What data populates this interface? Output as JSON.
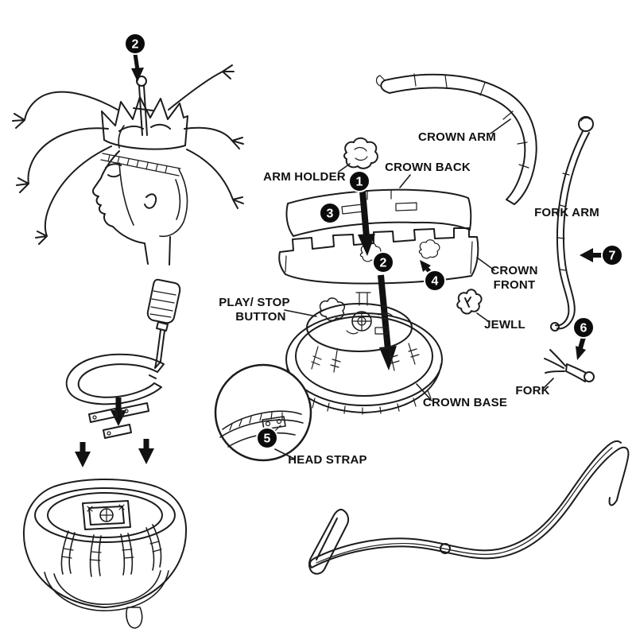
{
  "diagram": {
    "labels": {
      "crown_arm": "CROWN ARM",
      "arm_holder": "ARM HOLDER",
      "crown_back": "CROWN BACK",
      "fork_arm": "FORK ARM",
      "crown_front_line1": "CROWN",
      "crown_front_line2": "FRONT",
      "jewll": "JEWLL",
      "play_stop_line1": "PLAY/ STOP",
      "play_stop_line2": "BUTTON",
      "crown_base": "CROWN BASE",
      "head_strap": "HEAD STRAP",
      "fork": "FORK"
    },
    "steps": {
      "head_step": "2",
      "step1": "1",
      "step2": "2",
      "step3": "3",
      "step4": "4",
      "step5": "5",
      "step6": "6",
      "step7": "7"
    },
    "colors": {
      "ink": "#1c1c1c",
      "badge_bg": "#0b0b0b",
      "badge_text": "#ffffff",
      "background": "#ffffff"
    }
  }
}
